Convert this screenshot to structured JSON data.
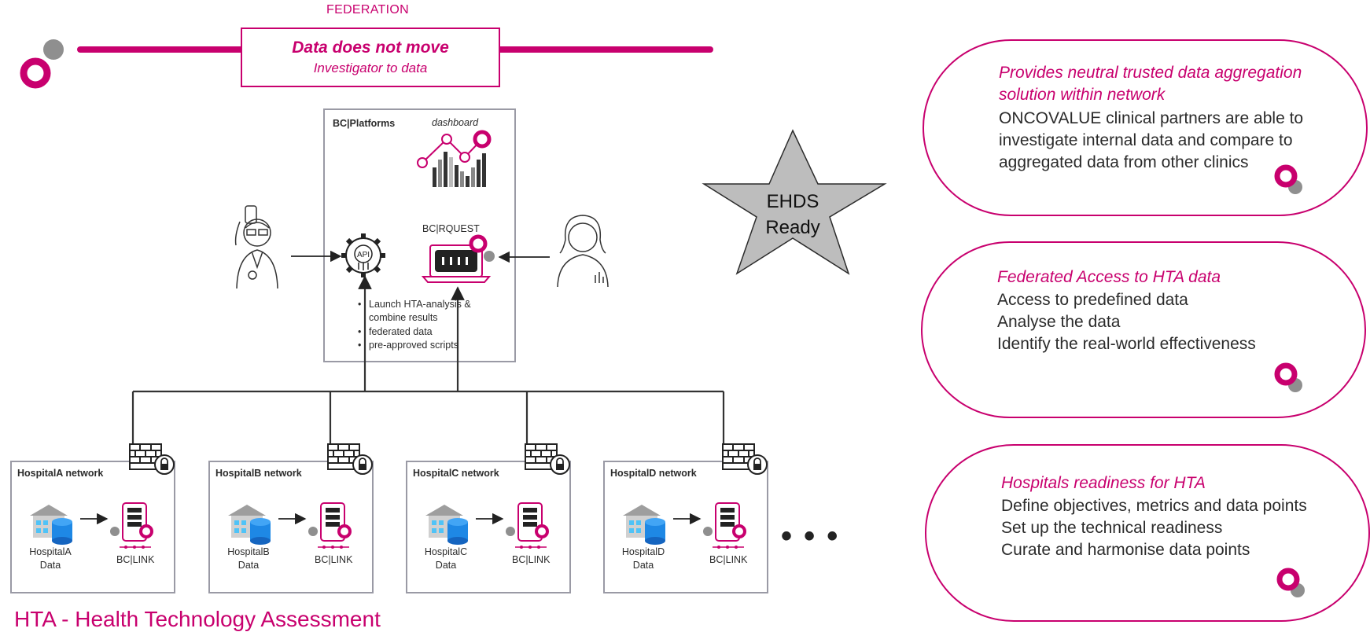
{
  "federation": {
    "label": "FEDERATION",
    "title": "Data does not move",
    "subtitle": "Investigator to data"
  },
  "platform": {
    "brand": "BC|Platforms",
    "dashboard_label": "dashboard",
    "rquest_label": "BC|RQUEST",
    "bullets": [
      "Launch HTA-analysis &",
      "combine results",
      "federated data",
      "pre-approved scripts"
    ]
  },
  "ehds": {
    "line1": "EHDS",
    "line2": "Ready"
  },
  "hospitals": [
    {
      "network": "HospitalA network",
      "data_l1": "HospitalA",
      "data_l2": "Data",
      "link": "BC|LINK"
    },
    {
      "network": "HospitalB network",
      "data_l1": "HospitalB",
      "data_l2": "Data",
      "link": "BC|LINK"
    },
    {
      "network": "HospitalC network",
      "data_l1": "HospitalC",
      "data_l2": "Data",
      "link": "BC|LINK"
    },
    {
      "network": "HospitalD network",
      "data_l1": "HospitalD",
      "data_l2": "Data",
      "link": "BC|LINK"
    }
  ],
  "ellipsis": "• • •",
  "footnote": "HTA - Health Technology Assessment",
  "cards": [
    {
      "heading_lines": [
        "Provides neutral trusted data aggregation",
        "solution within network"
      ],
      "lines": [
        "ONCOVALUE clinical partners are able to",
        "investigate internal data and compare to",
        "aggregated data from other clinics"
      ]
    },
    {
      "heading_lines": [
        "Federated Access to HTA data"
      ],
      "lines": [
        "Access to predefined data",
        "Analyse the data",
        "Identify the real-world effectiveness"
      ]
    },
    {
      "heading_lines": [
        "Hospitals readiness for HTA"
      ],
      "lines": [
        "Define objectives, metrics and data points",
        "Set up the technical readiness",
        "Curate and harmonise data points"
      ]
    }
  ],
  "colors": {
    "brand_magenta": "#c8006e",
    "gray_dot": "#8f8f8f",
    "star_fill": "#bdbdbd",
    "database_blue": "#1e88e5",
    "building_blue": "#4fc3f7"
  }
}
